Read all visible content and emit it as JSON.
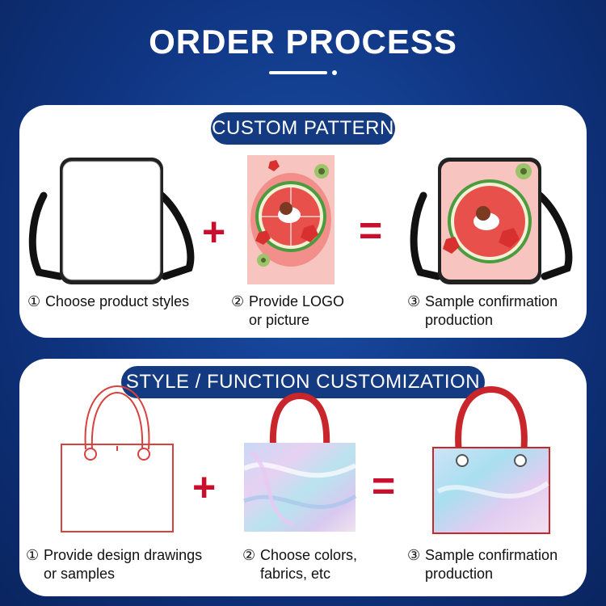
{
  "header": {
    "title": "ORDER PROCESS"
  },
  "sections": [
    {
      "label": "CUSTOM PATTERN",
      "operators": [
        "+",
        "="
      ],
      "steps": [
        {
          "number": "①",
          "line1": "Choose product styles",
          "line2": ""
        },
        {
          "number": "②",
          "line1": "Provide LOGO",
          "line2": "or picture"
        },
        {
          "number": "③",
          "line1": "Sample confirmation",
          "line2": "production"
        }
      ]
    },
    {
      "label": "STYLE / FUNCTION CUSTOMIZATION",
      "operators": [
        "+",
        "="
      ],
      "steps": [
        {
          "number": "①",
          "line1": "Provide design drawings",
          "line2": "or samples"
        },
        {
          "number": "②",
          "line1": "Choose colors,",
          "line2": "fabrics, etc"
        },
        {
          "number": "③",
          "line1": "Sample confirmation",
          "line2": "production"
        }
      ]
    }
  ],
  "colors": {
    "background": "#0f3480",
    "pill": "#143a82",
    "operator": "#c8102e",
    "card": "#ffffff"
  }
}
